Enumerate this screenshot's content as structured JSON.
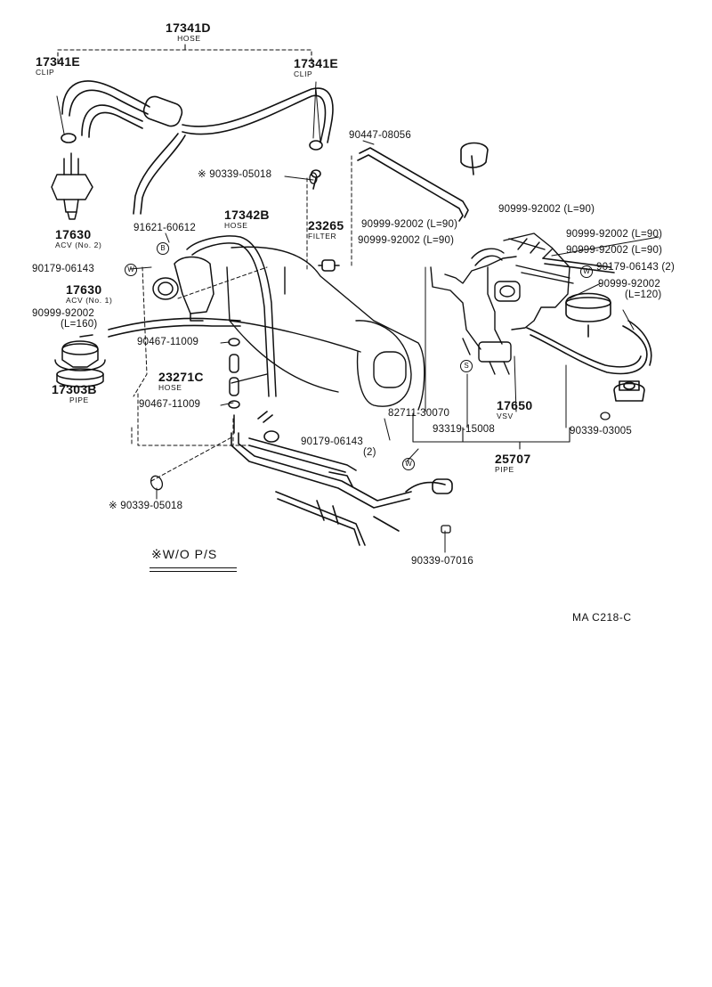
{
  "labels": {
    "l17341d": {
      "pn": "17341D",
      "sub": "HOSE"
    },
    "l17341e_left": {
      "pn": "17341E",
      "sub": "CLIP"
    },
    "l17341e_right": {
      "pn": "17341E",
      "sub": "CLIP"
    },
    "l17630_no2": {
      "pn": "17630",
      "sub": "ACV (No. 2)"
    },
    "l90447": {
      "pn": "90447-08056"
    },
    "l90339_05018_top": {
      "pn": "90339-05018"
    },
    "l91621": {
      "pn": "91621-60612"
    },
    "l17342b": {
      "pn": "17342B",
      "sub": "HOSE"
    },
    "l23265": {
      "pn": "23265",
      "sub": "FILTER"
    },
    "l90179_left": {
      "pn": "90179-06143"
    },
    "l17630_no1": {
      "pn": "17630",
      "sub": "ACV (No. 1)"
    },
    "l90999_l160": {
      "pn": "90999-92002",
      "sub2": "(L=160)"
    },
    "l90467_a": {
      "pn": "90467-11009"
    },
    "l17303b": {
      "pn": "17303B",
      "sub": "PIPE"
    },
    "l23271c": {
      "pn": "23271C",
      "sub": "HOSE"
    },
    "l90467_b": {
      "pn": "90467-11009"
    },
    "l90999_l90_a": {
      "pn": "90999-92002 (L=90)"
    },
    "l90999_l90_b": {
      "pn": "90999-92002 (L=90)"
    },
    "l90999_l90_c": {
      "pn": "90999-92002 (L=90)"
    },
    "l90999_l90_d": {
      "pn": "90999-92002 (L=90)"
    },
    "l90999_l90_e": {
      "pn": "90999-92002 (L=90)"
    },
    "l90179_right": {
      "pn": "90179-06143 (2)"
    },
    "l90999_l120": {
      "pn": "90999-92002",
      "sub2": "(L=120)"
    },
    "l82711": {
      "pn": "82711-30070"
    },
    "l17650": {
      "pn": "17650",
      "sub": "VSV"
    },
    "l93319": {
      "pn": "93319-15008"
    },
    "l90339_03005": {
      "pn": "90339-03005"
    },
    "l90179_mid": {
      "pn": "90179-06143",
      "sub2": "(2)"
    },
    "l25707": {
      "pn": "25707",
      "sub": "PIPE"
    },
    "l90339_05018_bottom": {
      "pn": "90339-05018"
    },
    "l90339_07016": {
      "pn": "90339-07016"
    }
  },
  "marks": {
    "asterisk": "※",
    "circle_b": "B",
    "circle_s": "S",
    "circle_w": "W"
  },
  "legend": {
    "text": "※W/O  P/S"
  },
  "footer": {
    "code": "MA C218-C"
  },
  "colors": {
    "ink": "#111111",
    "paper": "#ffffff"
  }
}
